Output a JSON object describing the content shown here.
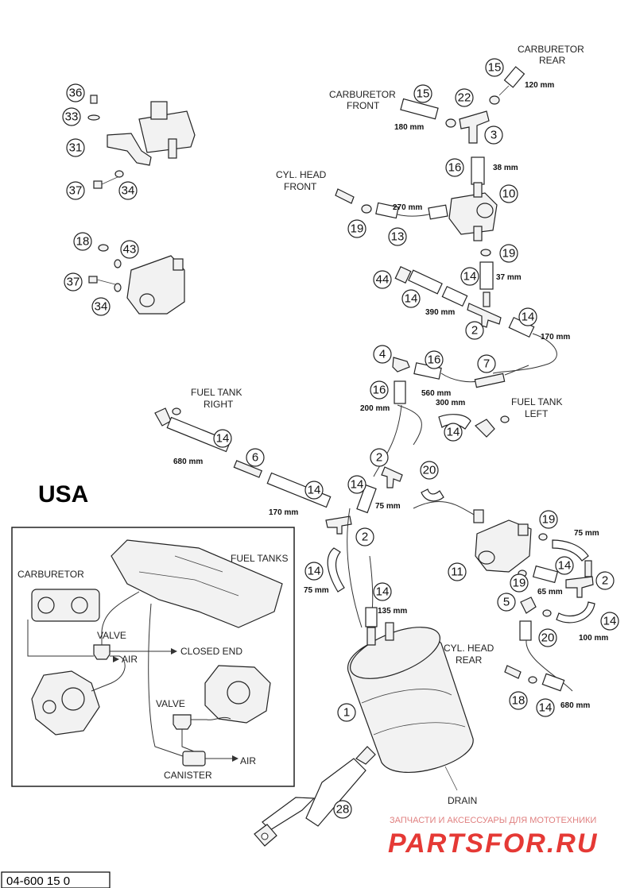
{
  "title": "USA",
  "drawing_code": "04-600 15 0",
  "watermark": {
    "subtitle": "ЗАПЧАСТИ И АКСЕССУАРЫ ДЛЯ МОТОТЕХНИКИ",
    "brand": "PARTSFOR.RU"
  },
  "labels": {
    "carb_rear_1": "CARBURETOR",
    "carb_rear_2": "REAR",
    "carb_front_1": "CARBURETOR",
    "carb_front_2": "FRONT",
    "cyl_front_1": "CYL. HEAD",
    "cyl_front_2": "FRONT",
    "fuel_right_1": "FUEL TANK",
    "fuel_right_2": "RIGHT",
    "fuel_left_1": "FUEL TANK",
    "fuel_left_2": "LEFT",
    "cyl_rear_1": "CYL. HEAD",
    "cyl_rear_2": "REAR",
    "drain": "DRAIN"
  },
  "lengths": {
    "l120": "120 mm",
    "l180": "180 mm",
    "l38": "38 mm",
    "l270": "270 mm",
    "l37": "37 mm",
    "l390": "390 mm",
    "l170a": "170 mm",
    "l560": "560 mm",
    "l300": "300 mm",
    "l200": "200 mm",
    "l680a": "680 mm",
    "l170b": "170 mm",
    "l75a": "75 mm",
    "l75b": "75 mm",
    "l135": "135 mm",
    "l75c": "75 mm",
    "l65": "65 mm",
    "l100": "100 mm",
    "l680b": "680 mm"
  },
  "callouts": {
    "c36": "36",
    "c33": "33",
    "c31": "31",
    "c37a": "37",
    "c34a": "34",
    "c18a": "18",
    "c43": "43",
    "c37b": "37",
    "c34b": "34",
    "c15a": "15",
    "c15b": "15",
    "c22": "22",
    "c3": "3",
    "c16a": "16",
    "c10": "10",
    "c19a": "19",
    "c13": "13",
    "c19b": "19",
    "c14a": "14",
    "c44": "44",
    "c14b": "14",
    "c2a": "2",
    "c14c": "14",
    "c4": "4",
    "c16b": "16",
    "c7": "7",
    "c16c": "16",
    "c14d": "14",
    "c14e": "14",
    "c6": "6",
    "c2b": "2",
    "c20a": "20",
    "c14f": "14",
    "c14g": "14",
    "c2c": "2",
    "c14h": "14",
    "c14i": "14",
    "c19c": "19",
    "c14j": "14",
    "c11": "11",
    "c19d": "19",
    "c2d": "2",
    "c5": "5",
    "c14k": "14",
    "c20b": "20",
    "c18b": "18",
    "c14l": "14",
    "c1": "1",
    "c28": "28"
  },
  "schematic": {
    "carburetor": "CARBURETOR",
    "fuel_tanks": "FUEL TANKS",
    "valve1": "VALVE",
    "air1": "AIR",
    "closed_end": "CLOSED END",
    "valve2": "VALVE",
    "air2": "AIR",
    "canister": "CANISTER"
  }
}
